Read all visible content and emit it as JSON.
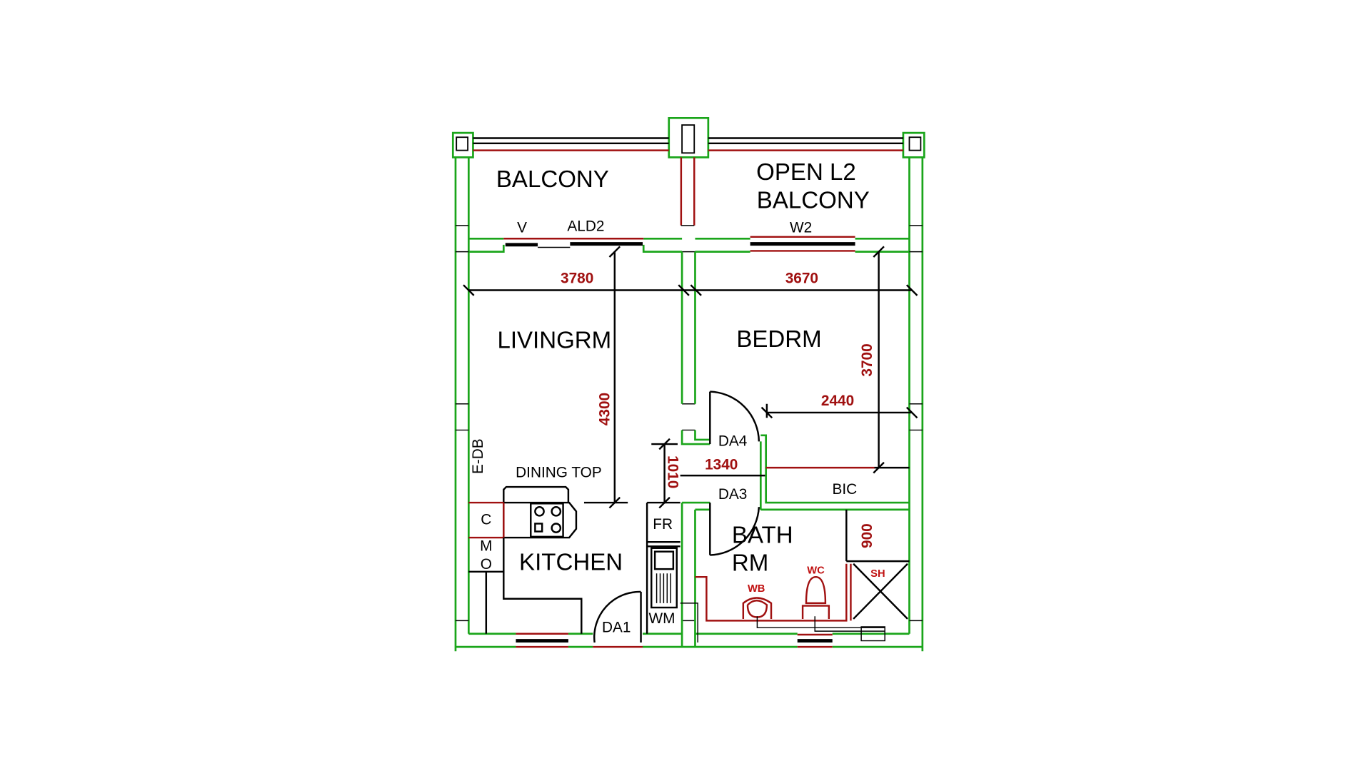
{
  "rooms": {
    "balcony": "BALCONY",
    "open_l2_line1": "OPEN L2",
    "open_l2_line2": "BALCONY",
    "living": "LIVINGRM",
    "bedroom": "BEDRM",
    "kitchen": "KITCHEN",
    "bath_line1": "BATH",
    "bath_line2": "RM",
    "bic": "BIC"
  },
  "openings": {
    "v": "V",
    "ald2": "ALD2",
    "w2": "W2",
    "da1": "DA1",
    "da3": "DA3",
    "da4": "DA4"
  },
  "fixtures": {
    "edb": "E-DB",
    "dining_top": "DINING TOP",
    "c": "C",
    "mo_m": "M",
    "mo_o": "O",
    "fr": "FR",
    "wm": "WM",
    "wb": "WB",
    "wc": "WC",
    "sh": "SH"
  },
  "dimensions": {
    "living_width": "3780",
    "bed_width": "3670",
    "living_depth": "4300",
    "bed_depth": "3700",
    "bic_width": "2440",
    "hall_width": "1340",
    "hall_depth": "1010",
    "shower_depth": "900"
  },
  "colors": {
    "wall": "#1aa51a",
    "dimension": "#a01010"
  }
}
